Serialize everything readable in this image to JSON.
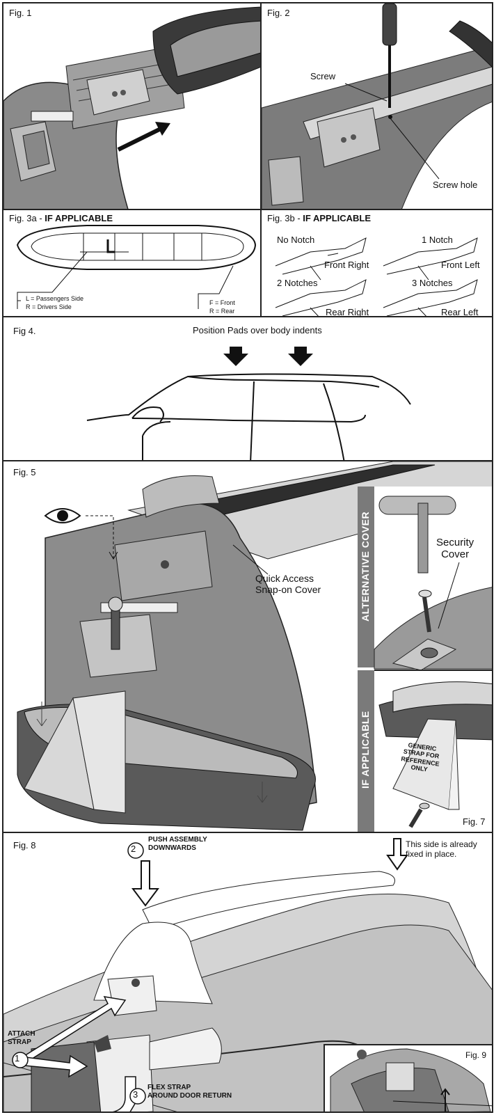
{
  "fig1": {
    "label": "Fig. 1"
  },
  "fig2": {
    "label": "Fig. 2",
    "screw": "Screw",
    "screw_hole": "Screw hole"
  },
  "fig3a": {
    "label_prefix": "Fig. 3a - ",
    "label_bold": "IF APPLICABLE",
    "l_text": "L = Passengers Side",
    "r_text": "R = Drivers Side",
    "f_text": "F = Front",
    "rear_text": "R = Rear"
  },
  "fig3b": {
    "label_prefix": "Fig. 3b - ",
    "label_bold": "IF APPLICABLE",
    "items": [
      {
        "notch": "No Notch",
        "pos": "Front Right"
      },
      {
        "notch": "1 Notch",
        "pos": "Front Left"
      },
      {
        "notch": "2 Notches",
        "pos": "Rear Right"
      },
      {
        "notch": "3 Notches",
        "pos": "Rear Left"
      }
    ]
  },
  "fig4": {
    "label": "Fig 4.",
    "caption": "Position Pads over body indents"
  },
  "fig5": {
    "label": "Fig. 5",
    "cover_line1": "Quick Access",
    "cover_line2": "Snap-on Cover",
    "security_line1": "Security",
    "security_line2": "Cover",
    "alt_cover": "ALTERNATIVE COVER",
    "if_applicable": "IF APPLICABLE"
  },
  "fig7": {
    "label": "Fig. 7",
    "strap_l1": "GENERIC",
    "strap_l2": "STRAP FOR",
    "strap_l3": "REFERENCE",
    "strap_l4": "ONLY"
  },
  "fig8": {
    "label": "Fig. 8",
    "step1_num": "1",
    "step2_num": "2",
    "step3_num": "3",
    "push_l1": "PUSH ASSEMBLY",
    "push_l2": "DOWNWARDS",
    "fixed_l1": "This side is already",
    "fixed_l2": "fixed in place.",
    "attach_l1": "ATTACH",
    "attach_l2": "STRAP",
    "flex_l1": "FLEX STRAP",
    "flex_l2": "AROUND DOOR RETURN"
  },
  "fig9": {
    "label": "Fig. 9"
  }
}
